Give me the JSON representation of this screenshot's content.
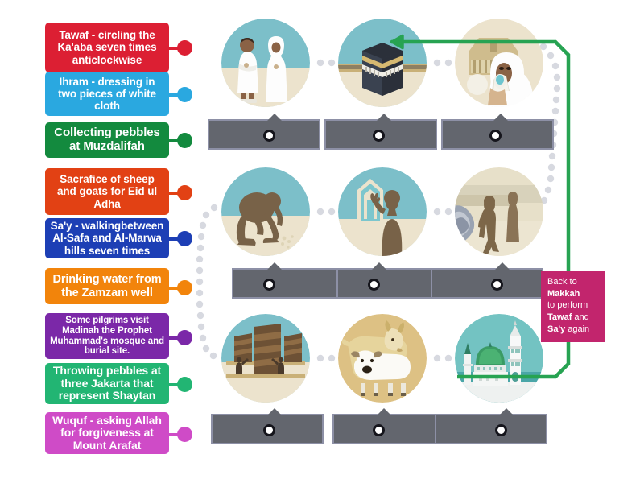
{
  "activity": {
    "type": "labelled-diagram-quiz",
    "title_visible": false
  },
  "colors": {
    "red": "#dc1f33",
    "blue_light": "#2aa8e0",
    "green_dark": "#138a3e",
    "orange_red": "#e24114",
    "blue_dark": "#1d3fb5",
    "orange": "#f2840b",
    "purple": "#7b28a8",
    "teal_green": "#22b573",
    "magenta": "#cf4bc7",
    "note_bg": "#c2256d",
    "arrow_green": "#27a352",
    "dropbar_fill": "#63666e",
    "dropbar_border": "#8d90a6",
    "dot_path": "#d7d9e0"
  },
  "labels": [
    {
      "id": "tawaf",
      "text": "Tawaf - circling the Ka'aba seven times anticlockwise",
      "color_key": "red",
      "color": "#dc1f33",
      "font_size": 13.5
    },
    {
      "id": "ihram",
      "text": "Ihram - dressing in two pieces of white cloth",
      "color_key": "blue_light",
      "color": "#2aa8e0",
      "font_size": 13.5
    },
    {
      "id": "pebbles",
      "text": "Collecting pebbles at Muzdalifah",
      "color_key": "green_dark",
      "color": "#138a3e",
      "font_size": 15
    },
    {
      "id": "sacrifice",
      "text": "Sacrafice of sheep and goats for Eid ul Adha",
      "color_key": "orange_red",
      "color": "#e24114",
      "font_size": 13.5
    },
    {
      "id": "say",
      "text": "Sa'y - walkingbetween Al-Safa and Al-Marwa hills seven times",
      "color_key": "blue_dark",
      "color": "#1d3fb5",
      "font_size": 13.5
    },
    {
      "id": "zamzam",
      "text": "Drinking water from the Zamzam well",
      "color_key": "orange",
      "color": "#f2840b",
      "font_size": 14.5
    },
    {
      "id": "madinah",
      "text": "Some pilgrims visit Madinah the Prophet Muhammad's mosque and burial site.",
      "color_key": "purple",
      "color": "#7b28a8",
      "font_size": 11.5
    },
    {
      "id": "jamarat",
      "text": "Throwing pebbles at three Jakarta that represent Shaytan",
      "color_key": "teal_green",
      "color": "#22b573",
      "font_size": 14
    },
    {
      "id": "wuquf",
      "text": "Wuquf - asking Allah for forgiveness at Mount Arafat",
      "color_key": "magenta",
      "color": "#cf4bc7",
      "font_size": 14
    }
  ],
  "pictures": [
    {
      "id": "pic-ihram-pilgrims",
      "alt": "Two pilgrims wearing white ihram clothing",
      "row": 1,
      "col": 1
    },
    {
      "id": "pic-kaaba",
      "alt": "The Ka'aba in Makkah",
      "row": 1,
      "col": 2
    },
    {
      "id": "pic-zamzam",
      "alt": "Woman drinking Zamzam water from a cup",
      "row": 1,
      "col": 3
    },
    {
      "id": "pic-collect-pebbles",
      "alt": "Person crouching to collect pebbles",
      "row": 2,
      "col": 1
    },
    {
      "id": "pic-wuquf-praying",
      "alt": "Person standing in prayer with raised hands",
      "row": 2,
      "col": 2
    },
    {
      "id": "pic-say-walking",
      "alt": "Pilgrims walking between Al-Safa and Al-Marwa",
      "row": 2,
      "col": 3
    },
    {
      "id": "pic-jamarat",
      "alt": "Three Jamarat pillars with pilgrims throwing pebbles",
      "row": 3,
      "col": 1
    },
    {
      "id": "pic-sacrifice",
      "alt": "A sheep and a goat for sacrifice",
      "row": 3,
      "col": 2
    },
    {
      "id": "pic-madinah-mosque",
      "alt": "The Prophet's Mosque in Madinah with green dome",
      "row": 3,
      "col": 3
    }
  ],
  "drop_bars": [
    {
      "id": "answer-1",
      "answer_text": "",
      "row": 1,
      "col": 1
    },
    {
      "id": "answer-2",
      "answer_text": "",
      "row": 1,
      "col": 2
    },
    {
      "id": "answer-3",
      "answer_text": "",
      "row": 1,
      "col": 3
    },
    {
      "id": "answer-4",
      "answer_text": "",
      "row": 2,
      "col": 1
    },
    {
      "id": "answer-5",
      "answer_text": "",
      "row": 2,
      "col": 2
    },
    {
      "id": "answer-6",
      "answer_text": "",
      "row": 2,
      "col": 3
    },
    {
      "id": "answer-7",
      "answer_text": "",
      "row": 3,
      "col": 1
    },
    {
      "id": "answer-8",
      "answer_text": "",
      "row": 3,
      "col": 2
    },
    {
      "id": "answer-9",
      "answer_text": "",
      "row": 3,
      "col": 3
    }
  ],
  "note": {
    "line1": "Back to",
    "line2": "Makkah",
    "line3": "to perform",
    "line4_bold": "Tawaf",
    "line4_rest": " and",
    "line5_bold": "Sa'y",
    "line5_rest": " again"
  }
}
